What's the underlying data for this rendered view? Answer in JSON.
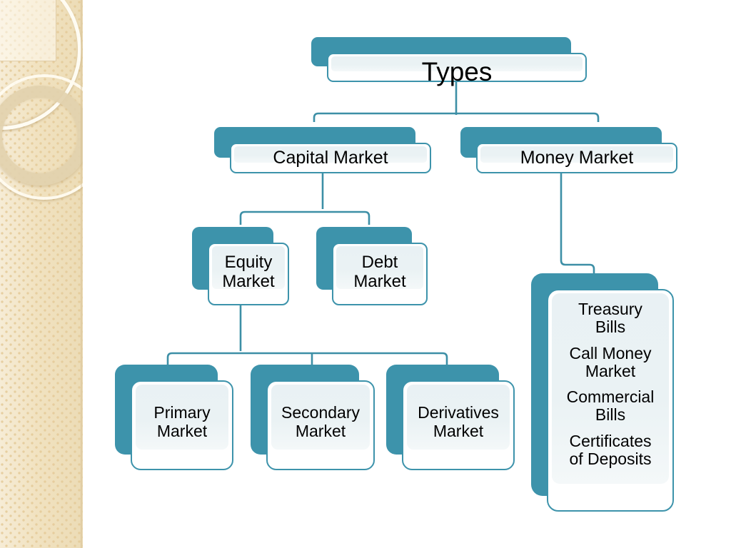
{
  "slide": {
    "background_color": "#ffffff",
    "accent_color": "#3d93ab",
    "band_color": "#f2e4c4",
    "node_fill_color": "#eaf2f4"
  },
  "diagram": {
    "type": "org-chart",
    "root": {
      "id": "types",
      "label": "Types"
    },
    "nodes": [
      {
        "id": "types",
        "label": "Types",
        "level": 1,
        "parent": null
      },
      {
        "id": "capital",
        "label": "Capital Market",
        "level": 2,
        "parent": "types"
      },
      {
        "id": "money",
        "label": "Money Market",
        "level": 2,
        "parent": "types"
      },
      {
        "id": "equity",
        "label": "Equity\nMarket",
        "level": 3,
        "parent": "capital"
      },
      {
        "id": "debt",
        "label": "Debt\nMarket",
        "level": 3,
        "parent": "capital"
      },
      {
        "id": "primary",
        "label": "Primary\nMarket",
        "level": 4,
        "parent": "equity"
      },
      {
        "id": "secondary",
        "label": "Secondary\nMarket",
        "level": 4,
        "parent": "equity"
      },
      {
        "id": "derivatives",
        "label": "Derivatives\nMarket",
        "level": 4,
        "parent": "equity"
      },
      {
        "id": "instruments",
        "label": "",
        "level": 3,
        "parent": "money"
      }
    ],
    "instruments": [
      {
        "label": "Treasury\nBills"
      },
      {
        "label": "Call Money\nMarket"
      },
      {
        "label": "Commercial\nBills"
      },
      {
        "label": "Certificates\nof Deposits"
      }
    ]
  },
  "decoration": {
    "left_band": {
      "name": "decorative-border-band",
      "rings": [
        "outer-thin-ring",
        "inner-thick-ring",
        "inner-thin-ring"
      ]
    }
  }
}
